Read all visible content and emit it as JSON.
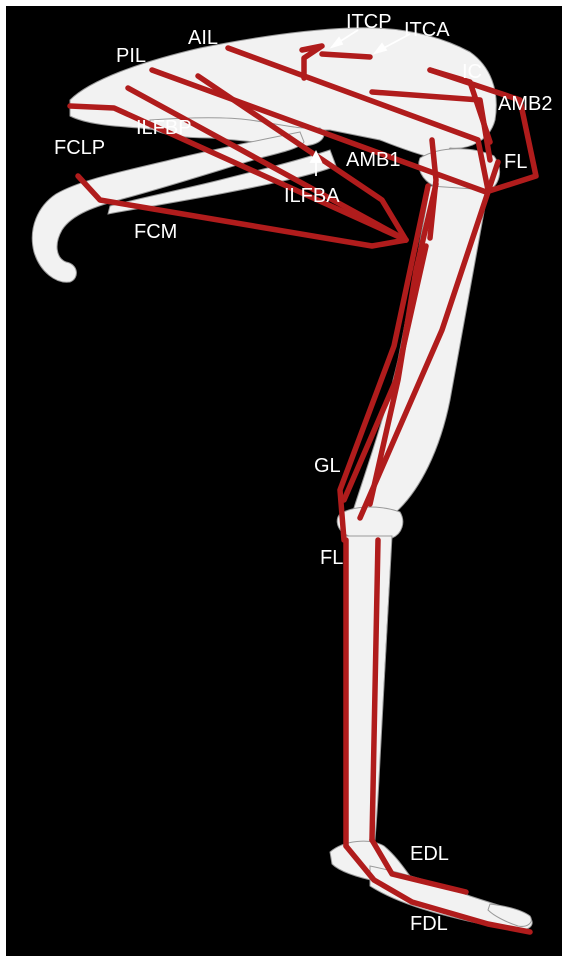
{
  "figure": {
    "background_color": "#000000",
    "bone_color": "#f2f2f2",
    "muscle_color": "#b01c1c",
    "label_color": "#ffffff"
  },
  "labels": {
    "itcp": "ITCP",
    "itca": "ITCA",
    "ail": "AIL",
    "pil": "PIL",
    "ic": "IC",
    "amb2": "AMB2",
    "ilfbp": "ILFBP",
    "fclp": "FCLP",
    "amb1": "AMB1",
    "fl_hip": "FL",
    "ilfba": "ILFBA",
    "fcm": "FCM",
    "gl": "GL",
    "fl_knee": "FL",
    "edl": "EDL",
    "fdl": "FDL"
  }
}
